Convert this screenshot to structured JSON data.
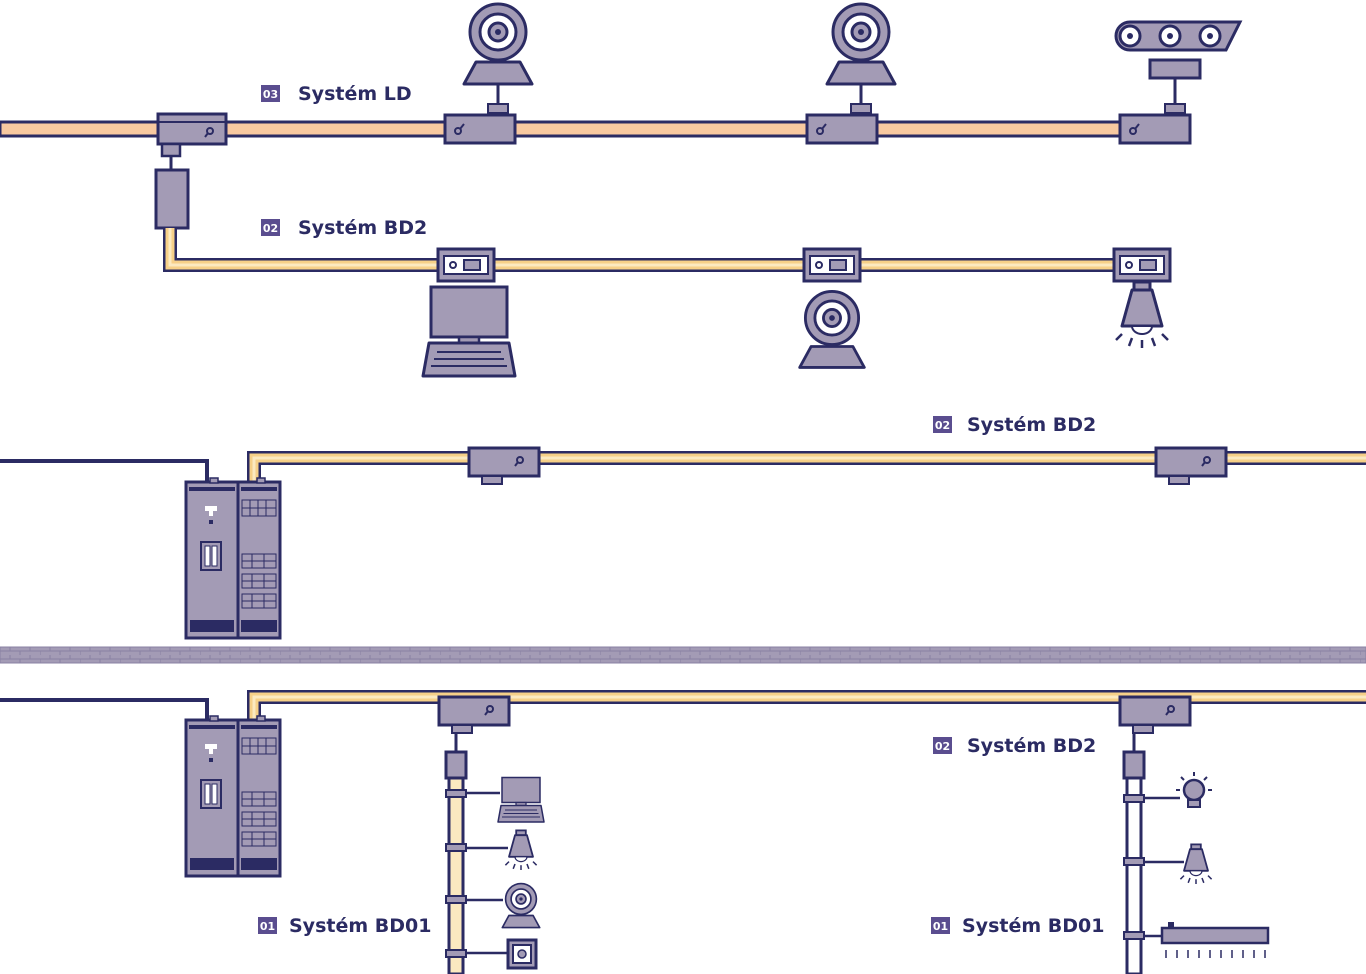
{
  "labels": {
    "ld": {
      "badge": "03",
      "name": "Systém LD"
    },
    "bd2_upper": {
      "badge": "02",
      "name": "Systém BD2"
    },
    "bd2_middle": {
      "badge": "02",
      "name": "Systém BD2"
    },
    "bd2_lower": {
      "badge": "02",
      "name": "Systém BD2"
    },
    "bd01_left": {
      "badge": "01",
      "name": "Systém BD01"
    },
    "bd01_right": {
      "badge": "01",
      "name": "Systém BD01"
    }
  },
  "colors": {
    "navy": "#2b2b63",
    "device": "#a39bb5",
    "busbar_ld": "#f8c9a0",
    "busbar_bd2": "#f6d088",
    "busbar_bd2_inner": "#fbe9c0",
    "wall": "#a39bb5",
    "badge": "#5a4d8f"
  },
  "icons": [
    "motor-icon",
    "conveyor-icon",
    "computer-icon",
    "lamp-icon",
    "bulb-icon",
    "socket-icon",
    "switchgear-icon",
    "tap-off-box-icon",
    "linear-light-icon"
  ]
}
